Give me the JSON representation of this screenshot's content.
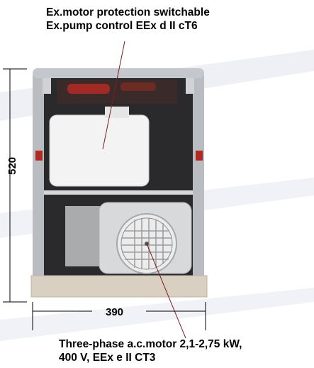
{
  "labels": {
    "top_line1": "Ex.motor protection switchable",
    "top_line2": "Ex.pump control EEx d II cT6",
    "bottom_line1": "Three-phase a.c.motor 2,1-2,75 kW,",
    "bottom_line2": "400 V, EEx e II CT3"
  },
  "dimensions": {
    "height": "520",
    "width": "390"
  },
  "colors": {
    "frame": "#b9bcc0",
    "dim_line": "#000000",
    "motor": "#d8d9db",
    "base": "#d9d0c2"
  }
}
